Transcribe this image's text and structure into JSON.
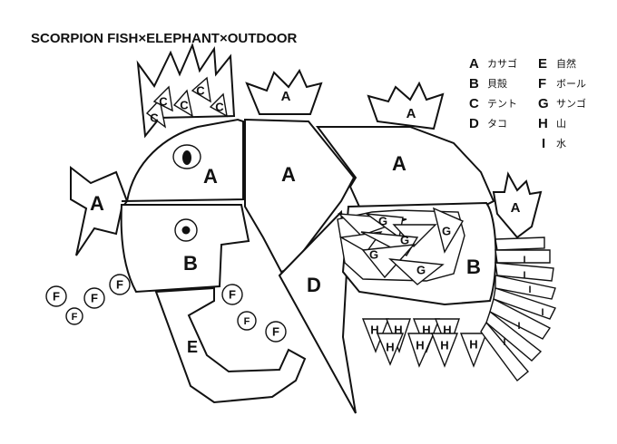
{
  "title": "SCORPION FISH×ELEPHANT×OUTDOOR",
  "legend": [
    {
      "letter": "A",
      "name": "カサゴ"
    },
    {
      "letter": "B",
      "name": "貝殻"
    },
    {
      "letter": "C",
      "name": "テント"
    },
    {
      "letter": "D",
      "name": "タコ"
    },
    {
      "letter": "E",
      "name": "自然"
    },
    {
      "letter": "F",
      "name": "ボール"
    },
    {
      "letter": "G",
      "name": "サンゴ"
    },
    {
      "letter": "H",
      "name": "山"
    },
    {
      "letter": "I",
      "name": "水"
    }
  ],
  "regions": {
    "A": "A",
    "B": "B",
    "C": "C",
    "D": "D",
    "E": "E",
    "F": "F",
    "G": "G",
    "H": "H",
    "I": "I"
  },
  "colors": {
    "line": "#111111",
    "background": "#ffffff"
  }
}
